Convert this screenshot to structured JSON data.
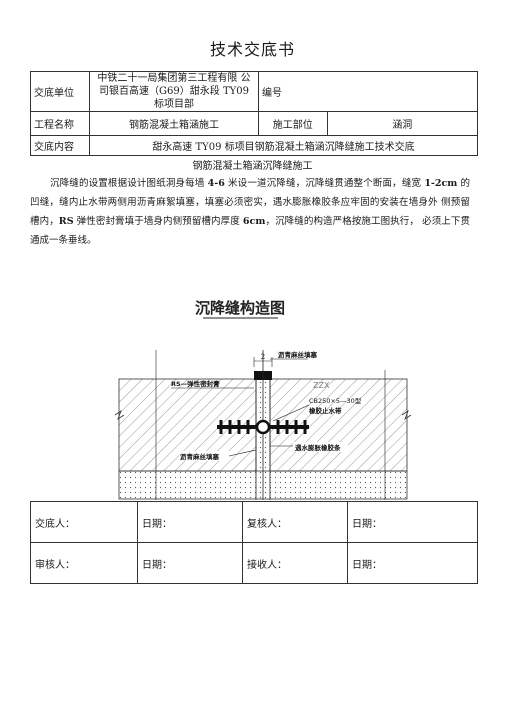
{
  "doc": {
    "title": "技术交底书"
  },
  "header": {
    "unit_label": "交底单位",
    "unit_value": "中铁二十一局集团第三工程有限 公司银百高速（G69）甜永段 TY09 标项目部",
    "number_label": "编号",
    "number_value": "",
    "project_label": "工程名称",
    "project_value": "钢筋混凝土箱涵施工",
    "part_label": "施工部位",
    "part_value": "涵洞",
    "content_label": "交底内容",
    "content_value": "甜永高速 TY09 标项目钢筋混凝土箱涵沉降缝施工技术交底"
  },
  "body": {
    "heading": "钢筋混凝土箱涵沉降缝施工",
    "p1_a": "沉降缝的设置根据设计图纸洞身每墙 ",
    "p1_spacing": "4-6",
    "p1_b": " 米设一道沉降缝，沉降缝贯通整个断面，缝宽 ",
    "p1_width": "1-2cm",
    "p1_c": " 的凹缝，缝内止水带两侧用沥青麻絮填塞，填塞必须密实，遇水膨胀橡胶条应牢固的安装在墙身外 侧预留槽内，",
    "p1_rs": "RS",
    "p1_d": " 弹性密封膏填于墙身内侧预留槽内厚度 ",
    "p1_thick": "6cm",
    "p1_e": "，沉降缝的构造严格按施工图执行， 必须上下贯通成一条垂线。"
  },
  "drawing": {
    "title": "沉降缝构造图",
    "dim": "2",
    "label_top": "沥青麻丝填塞",
    "label_rs": "RS—弹性密封膏",
    "label_cb": "CB250×5—30型",
    "label_cb2": "橡胶止水带",
    "label_bottom_left": "沥青麻丝填塞",
    "label_bottom_right": "遇水膨胀橡胶条",
    "label_zzx": "ZZX"
  },
  "sign": {
    "discloser": "交底人：",
    "date1": "日期：",
    "reviewer": "复核人：",
    "date2": "日期：",
    "auditor": "审核人：",
    "date3": "日期：",
    "receiver": "接收人：",
    "date4": "日期："
  }
}
